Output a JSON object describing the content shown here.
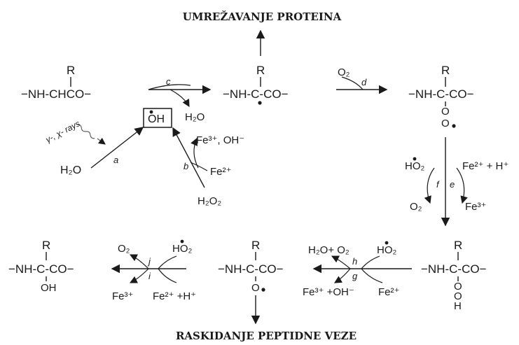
{
  "title_top": "UMREŽAVANJE PROTEINA",
  "title_bottom": "RASKIDANJE PEPTIDNE VEZE",
  "molecules": {
    "m1": {
      "r": "R",
      "chain": "−NH-CHCO−"
    },
    "m2": {
      "r": "R",
      "chain": "−NH-C-CO−"
    },
    "m3": {
      "r": "R",
      "chain": "−NH-C-CO−",
      "sub1": "O",
      "sub2": "O"
    },
    "m4": {
      "r": "R",
      "chain": "−NH-C-CO−",
      "sub1": "O",
      "sub2": "O",
      "sub3": "H"
    },
    "m5": {
      "r": "R",
      "chain": "−NH-C-CO−",
      "sub": "O"
    },
    "m6": {
      "r": "R",
      "chain": "−NH-C-CO−",
      "sub": "OH"
    }
  },
  "radical_box": "OH",
  "rays": "γ-, χ- rays",
  "species": {
    "h2o_left": "H₂O",
    "h2o_product": "H₂O",
    "h2o2": "H₂O₂",
    "fe3_oh": "Fe³⁺, OH⁻",
    "fe2_b": "Fe²⁺",
    "o2_d": "O₂",
    "ho2_f": "HO₂",
    "fe2_h_e": "Fe²⁺ + H⁺",
    "o2_f": "O₂",
    "fe3_e": "Fe³⁺",
    "h2o_o2_h": "H₂O+ O₂",
    "ho2_h": "HO₂",
    "fe3_oh_g": "Fe³⁺ +OH⁻",
    "fe2_g": "Fe²⁺",
    "o2_j": "O₂",
    "ho2_j": "HO₂",
    "fe3_i": "Fe³⁺",
    "fe2_h_i": "Fe²⁺ +H⁺"
  },
  "step_labels": {
    "a": "a",
    "b": "b",
    "c": "c",
    "d": "d",
    "e": "e",
    "f": "f",
    "g": "g",
    "h": "h",
    "i": "i",
    "j": "j"
  }
}
